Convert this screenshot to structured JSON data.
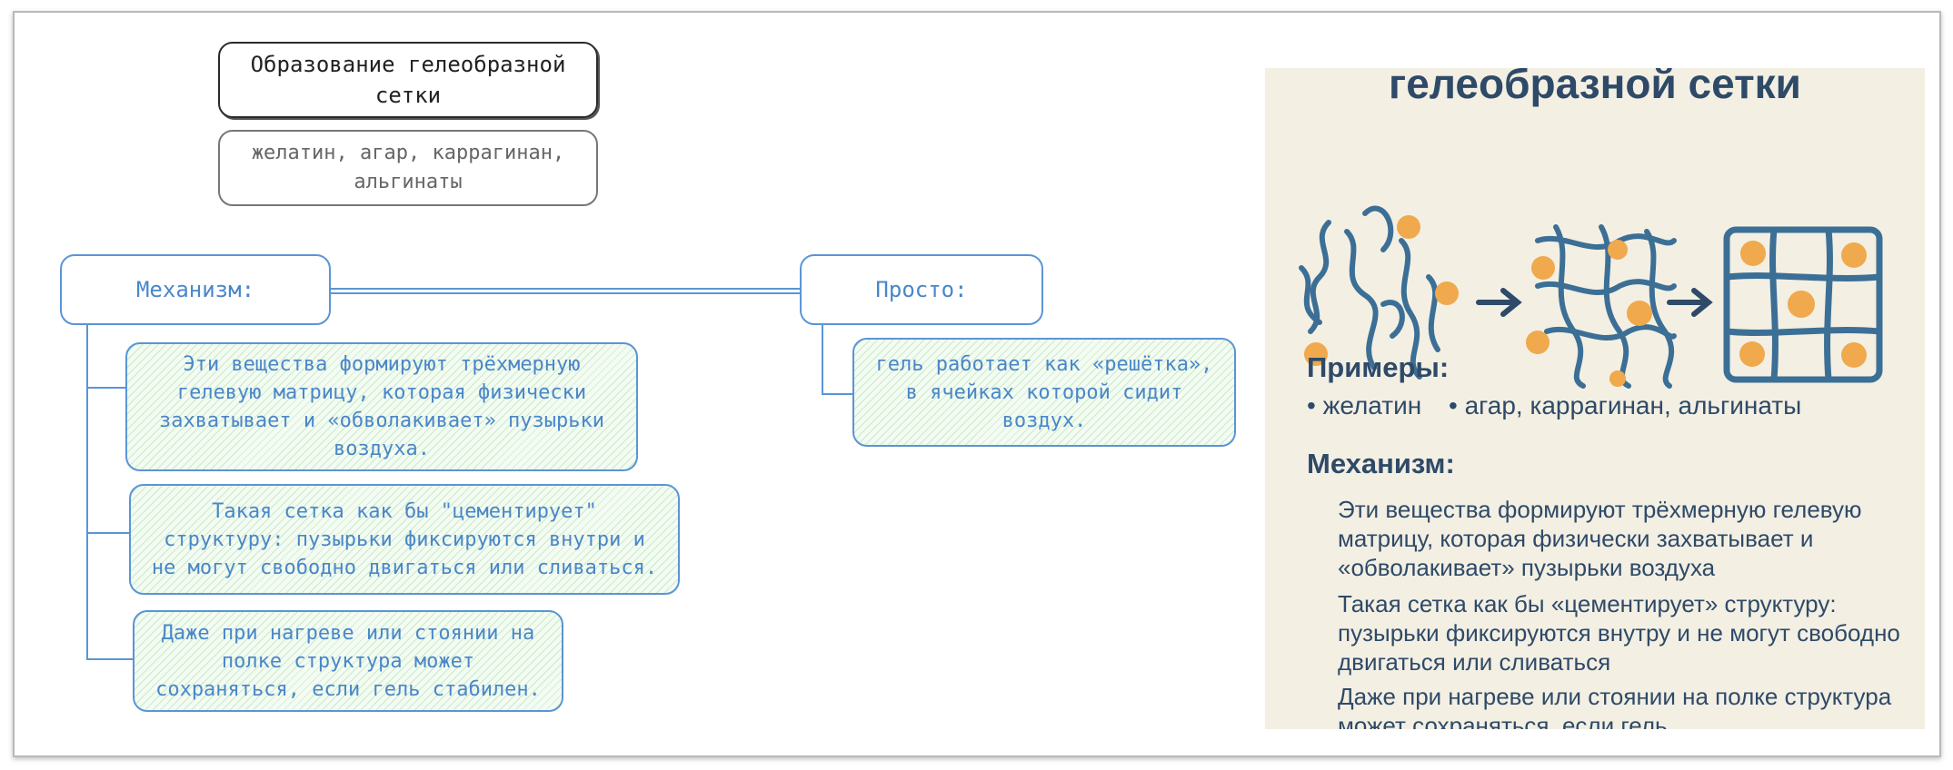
{
  "colors": {
    "node_border_blue": "#5a95d6",
    "node_text_blue": "#4a87c9",
    "leaf_hatch_green": "#96d796",
    "panel_bg": "#f3efe3",
    "panel_text": "#2e4a68",
    "orange_dot": "#f0a94c",
    "strand_blue": "#3c6f96"
  },
  "mindmap": {
    "title": "Образование гелеобразной сетки",
    "subtitle": "желатин, агар, каррагинан, альгинаты",
    "mechanism_label": "Механизм:",
    "simple_label": "Просто:",
    "mechanism_items": [
      "Эти вещества формируют трёхмерную гелевую матрицу, которая физически захватывает и «обволакивает» пузырьки воздуха.",
      "Такая сетка как бы \"цементирует\" структуру: пузырьки фиксируются внутри и не могут свободно двигаться или сливаться.",
      "Даже при нагреве или стоянии на полке структура может сохраняться, если гель стабилен."
    ],
    "simple_items": [
      "гель работает как «решётка», в ячейках которой сидит воздух."
    ]
  },
  "panel": {
    "title": "гелеобразной сетки",
    "examples_heading": "Примеры:",
    "examples": [
      "желатин",
      "агар, каррагинан, альгинаты"
    ],
    "mechanism_heading": "Механизм:",
    "mechanism_paragraphs": [
      "Эти вещества формируют трёхмерную гелевую матрицу, которая физически захватывает и «обволакивает» пузырьки воздуха",
      "Такая сетка как бы «цементирует» структуру: пузырьки фиксируются внутру и не могут свободно двигаться или сливаться",
      "Даже при нагреве или стоянии на полке структура может сохраняться, если гель"
    ]
  }
}
